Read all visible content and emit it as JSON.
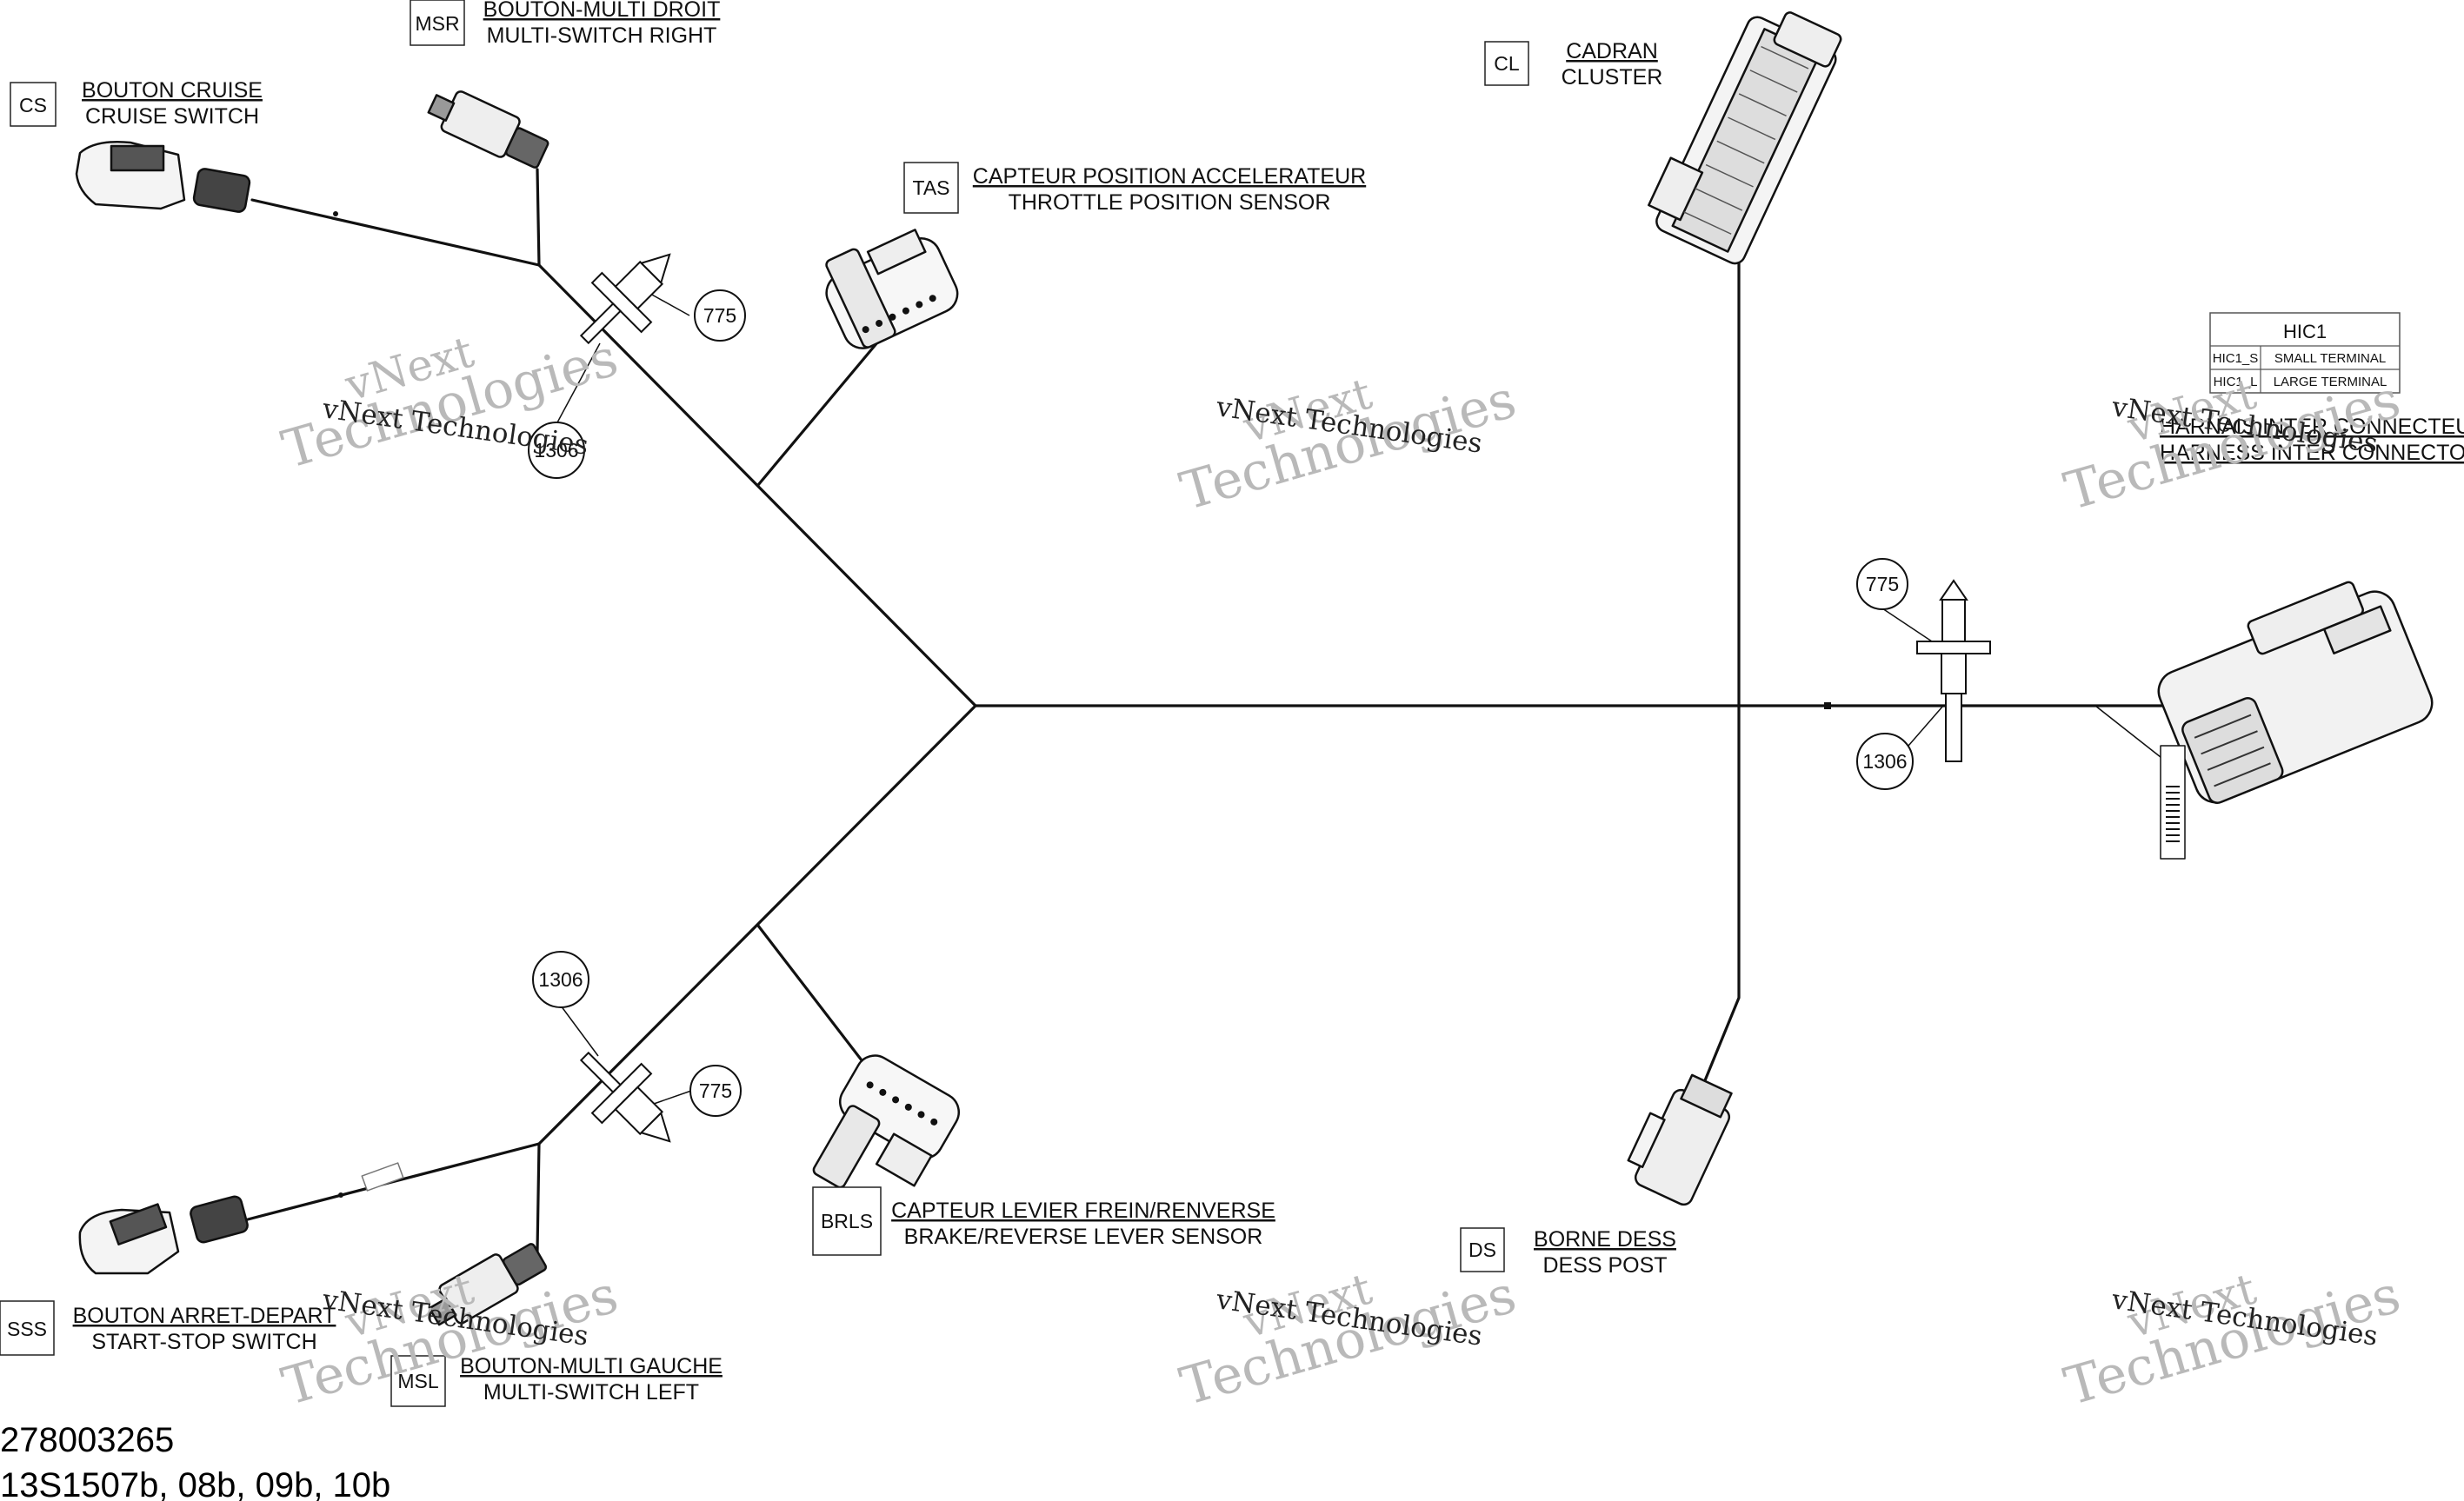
{
  "components": {
    "msr": {
      "code": "MSR",
      "fr": "BOUTON-MULTI DROIT",
      "en": "MULTI-SWITCH RIGHT"
    },
    "cs": {
      "code": "CS",
      "fr": "BOUTON CRUISE",
      "en": "CRUISE SWITCH"
    },
    "tas": {
      "code": "TAS",
      "fr": "CAPTEUR POSITION ACCELERATEUR",
      "en": "THROTTLE POSITION SENSOR"
    },
    "cl": {
      "code": "CL",
      "fr": "CADRAN",
      "en": "CLUSTER"
    },
    "hic": {
      "fr": "HARNAIS INTER CONNECTEUR",
      "en": "HARNESS INTER CONNECTOR"
    },
    "brls": {
      "code": "BRLS",
      "fr": "CAPTEUR LEVIER FREIN/RENVERSE",
      "en": "BRAKE/REVERSE LEVER SENSOR"
    },
    "ds": {
      "code": "DS",
      "fr": "BORNE DESS",
      "en": "DESS POST"
    },
    "sss": {
      "code": "SSS",
      "fr": "BOUTON ARRET-DEPART",
      "en": "START-STOP SWITCH"
    },
    "msl": {
      "code": "MSL",
      "fr": "BOUTON-MULTI GAUCHE",
      "en": "MULTI-SWITCH LEFT"
    }
  },
  "hic_table": {
    "title": "HIC1",
    "rows": [
      {
        "code": "HIC1_S",
        "desc": "SMALL TERMINAL"
      },
      {
        "code": "HIC1_L",
        "desc": "LARGE TERMINAL"
      }
    ]
  },
  "callouts": {
    "top_clip": "775",
    "top_tie": "1306",
    "right_clip": "775",
    "right_tie": "1306",
    "bottom_tie": "1306",
    "bottom_clip": "775"
  },
  "watermark": {
    "line1": "vNext",
    "line2": "Technologies",
    "caption": "vNext Technologies"
  },
  "footer": {
    "part_number": "278003265",
    "drawing_refs": "13S1507b, 08b, 09b, 10b"
  }
}
